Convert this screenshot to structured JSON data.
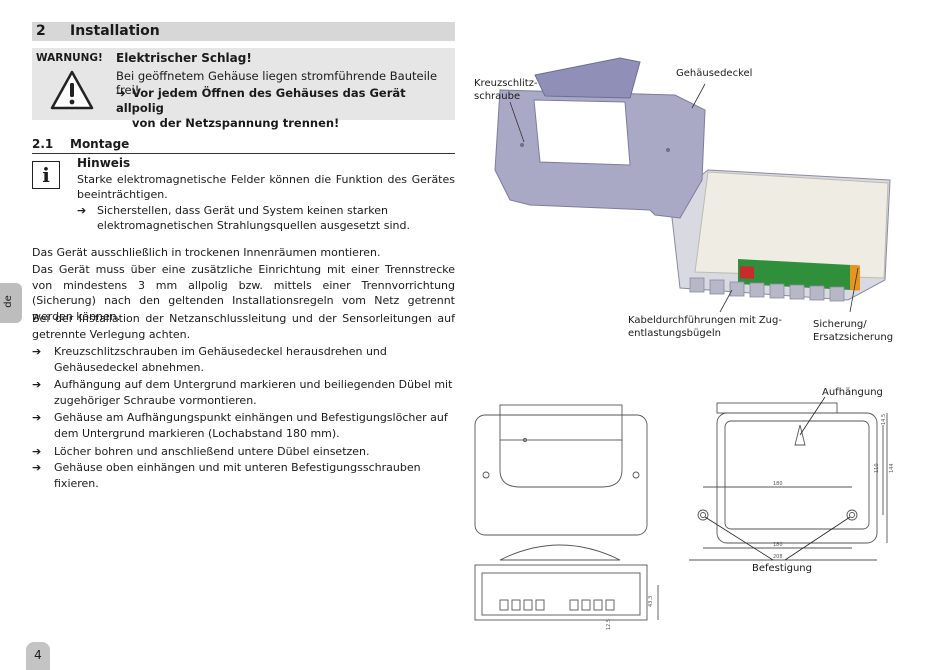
{
  "section": {
    "number": "2",
    "title": "Installation"
  },
  "warning": {
    "label": "WARNUNG!",
    "title": "Elektrischer Schlag!",
    "text": "Bei geöffnetem Gehäuse liegen stromführende Bauteile frei!",
    "action_line1": "Vor jedem Öffnen des Gehäuses das Gerät allpolig",
    "action_line2": "von der Netzspannung trennen!"
  },
  "subsection": {
    "number": "2.1",
    "title": "Montage"
  },
  "hinweis": {
    "title": "Hinweis",
    "text": "Starke elektromagnetische Felder können die Funktion des Gerätes beeinträchtigen.",
    "action": "Sicherstellen, dass Gerät und System keinen starken elektromagnetischen Strahlungsquellen ausgesetzt sind."
  },
  "paragraphs": [
    "Das Gerät ausschließlich in trockenen Innenräumen montieren.",
    "Das Gerät muss über eine zusätzliche Einrichtung mit einer Trennstrecke von mindestens 3 mm allpolig bzw. mittels einer Trennvorrichtung (Sicherung) nach den geltenden Installationsregeln vom Netz getrennt werden können.",
    "Bei der Installation der Netzanschlussleitung und der Sensorleitungen auf getrennte Verlegung achten."
  ],
  "steps": [
    "Kreuzschlitzschrauben im Gehäusedeckel herausdrehen und Gehäusedeckel abnehmen.",
    "Aufhängung auf dem Untergrund markieren und beiliegenden Dübel mit zugehöriger Schraube vormontieren.",
    "Gehäuse am Aufhängungspunkt einhängen und Befestigungslöcher auf dem Untergrund markieren (Lochabstand 180 mm).",
    "Löcher bohren und anschließend untere Dübel einsetzen.",
    "Gehäuse oben einhängen und mit unteren Befestigungsschrauben fixieren."
  ],
  "figure_labels": {
    "screw": "Kreuzschlitz-\nschraube",
    "cover": "Gehäusedeckel",
    "cable_line1": "Kabeldurchführungen mit Zug-",
    "cable_line2": "entlastungsbügeln",
    "fuse_line1": "Sicherung/",
    "fuse_line2": "Ersatzsicherung",
    "hanger": "Aufhängung",
    "fixing": "Befestigung"
  },
  "dimensions": {
    "hole_spacing": "180",
    "width_inner": "180",
    "width_outer": "208",
    "height_a": "110",
    "height_b": "144",
    "top_offset": "14.5",
    "depth": "43.3",
    "depth_b": "12.5"
  },
  "side_tab": "de",
  "page_number": "4",
  "colors": {
    "grey_bar": "#d7d7d7",
    "warn_bg": "#e6e6e6",
    "cover_fill": "#a9a9c6",
    "cover_top": "#8f8fb8",
    "board": "#f0eee4",
    "pcb_green": "#2f8f3a"
  },
  "icons": {
    "warning": "warning-triangle-icon",
    "info": "info-icon",
    "arrow": "arrow-right-icon"
  }
}
